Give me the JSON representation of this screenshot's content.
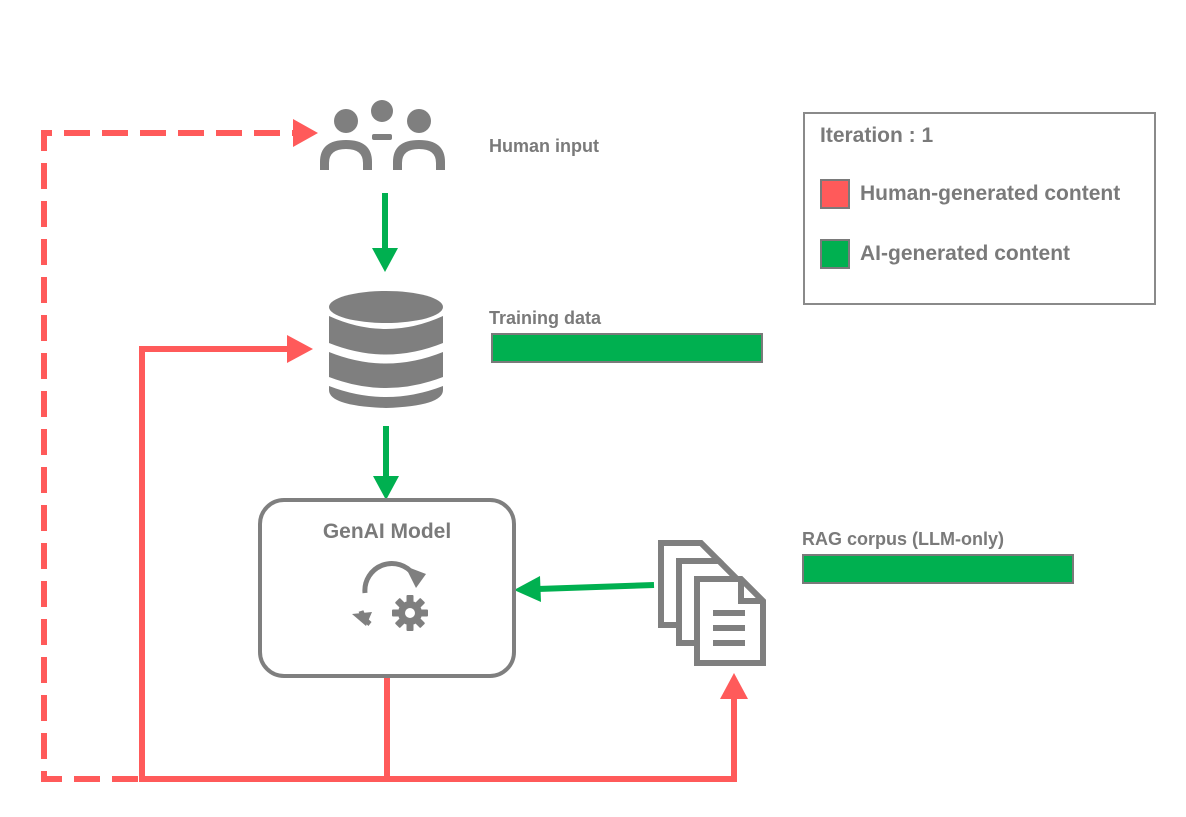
{
  "labels": {
    "human_input": "Human input",
    "training_data": "Training data",
    "model": "GenAI Model",
    "rag_corpus": "RAG corpus (LLM-only)"
  },
  "legend": {
    "title": "Iteration : 1",
    "items": [
      {
        "label": "Human-generated content",
        "color": "#ff5a5a"
      },
      {
        "label": "AI-generated content",
        "color": "#00b050"
      }
    ]
  },
  "bars": {
    "training_data": {
      "ai_fraction": 1.0
    },
    "rag_corpus": {
      "ai_fraction": 1.0
    }
  },
  "colors": {
    "human": "#ff5a5a",
    "ai": "#00b050",
    "icon": "#7f7f7f"
  },
  "icons": {
    "human_input": "people-group-icon",
    "training_data": "database-icon",
    "model": "refresh-gear-icon",
    "rag_corpus": "documents-stack-icon"
  }
}
